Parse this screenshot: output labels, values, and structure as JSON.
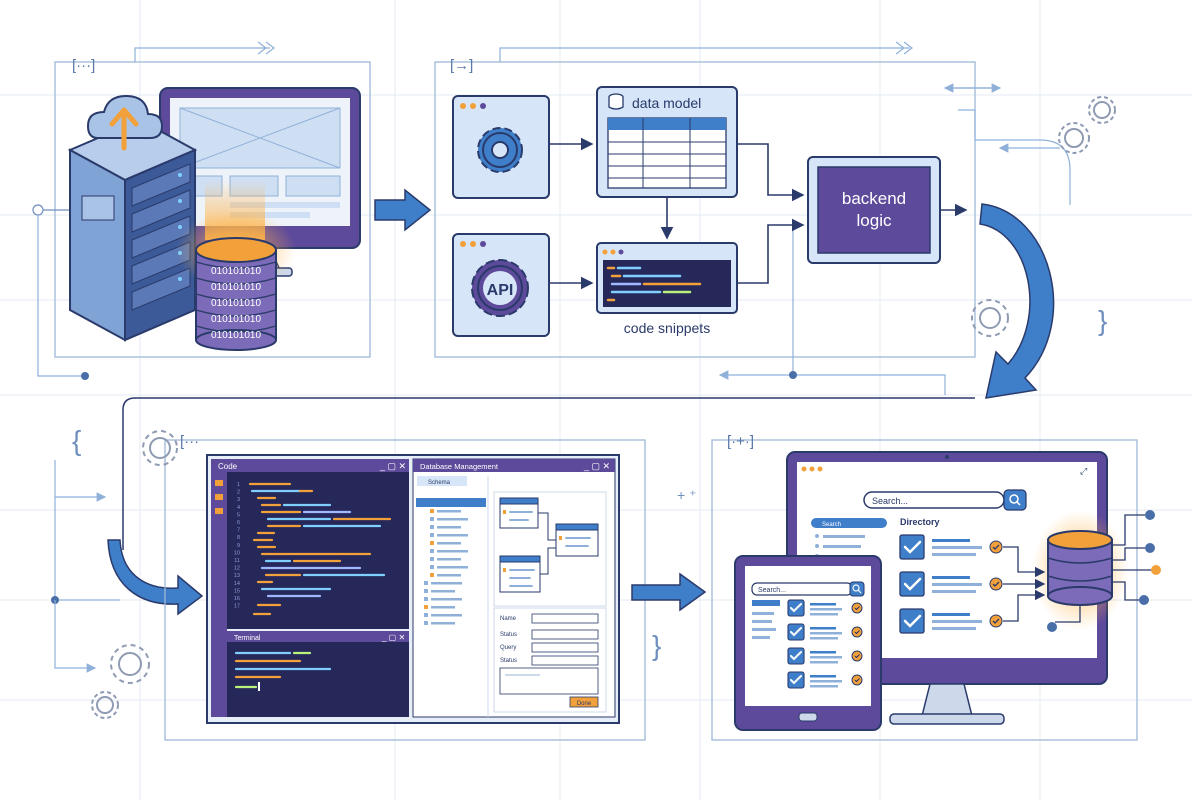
{
  "colors": {
    "navy": "#2a3a6b",
    "blue": "#3f7ec9",
    "light_blue": "#d6e6f8",
    "purple": "#5e4a9b",
    "purple_light": "#7c6bb8",
    "orange": "#f2a03a",
    "code_bg": "#26285a",
    "grid": "#e3ebf5"
  },
  "bracket_labels": {
    "top_left": "[···]",
    "top_mid": "[→]",
    "bottom_left": "[···",
    "bottom_right": "[·+·]",
    "brace_open": "{",
    "brace_close_top": "}",
    "brace_close_bottom": "}"
  },
  "stage1": {
    "binary_rows": [
      "010101010",
      "010101010",
      "010101010",
      "010101010",
      "010101010"
    ]
  },
  "stage2": {
    "data_model_label": "data model",
    "api_label": "API",
    "code_snippets_label": "code snippets",
    "backend_label_line1": "backend",
    "backend_label_line2": "logic"
  },
  "stage3": {
    "code_panel_title": "Code",
    "terminal_title": "Terminal",
    "db_panel_title": "Database Management",
    "db_tab": "Schema",
    "form_labels": [
      "Name",
      "Status",
      "Query",
      "Status"
    ],
    "form_button": "Done",
    "line_numbers": [
      "1",
      "2",
      "3",
      "4",
      "5",
      "6",
      "7",
      "8",
      "9",
      "10",
      "11",
      "12",
      "13",
      "14",
      "15",
      "16",
      "17"
    ]
  },
  "stage4": {
    "monitor_search_placeholder": "Search...",
    "monitor_directory": "Directory",
    "monitor_sidebar_active": "Search",
    "tablet_search_placeholder": "Search..."
  }
}
